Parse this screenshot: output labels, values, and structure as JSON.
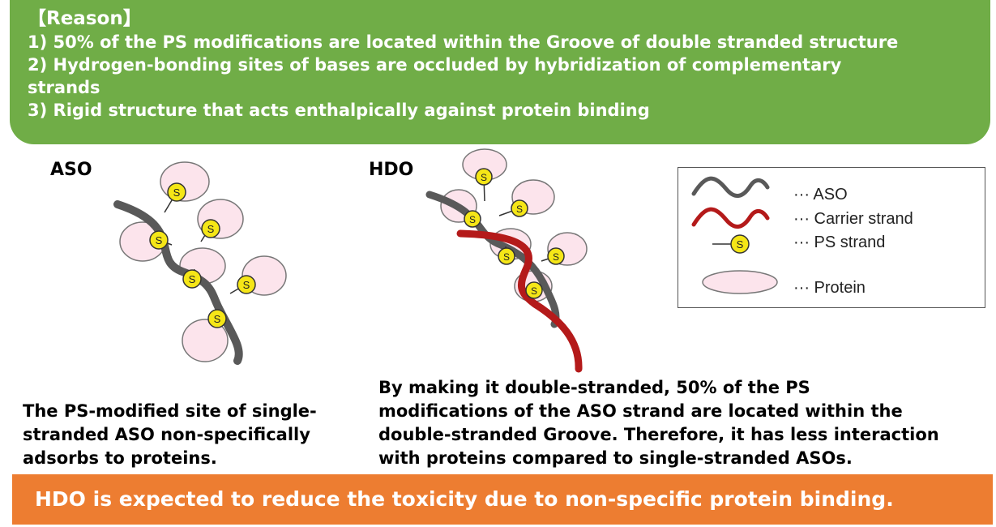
{
  "reason": {
    "title": "【Reason】",
    "lines": [
      "1) 50% of the PS modifications are located within the Groove of double stranded structure",
      "2) Hydrogen-bonding sites of bases are occluded by hybridization of complementary",
      "strands",
      "3) Rigid structure that acts enthalpically against protein binding"
    ]
  },
  "aso": {
    "label": "ASO",
    "description": [
      "The PS-modified site of single-",
      "stranded ASO non-specifically",
      "adsorbs to proteins."
    ]
  },
  "hdo": {
    "label": "HDO",
    "description": [
      "By making it double-stranded, 50% of the PS",
      "modifications of the ASO strand are located within the",
      "double-stranded Groove. Therefore, it has less interaction",
      "with proteins compared to single-stranded ASOs."
    ]
  },
  "ps_marker": "S",
  "legend": {
    "aso": "··· ASO",
    "carrier": "··· Carrier strand",
    "ps": "··· PS strand",
    "protein": "··· Protein"
  },
  "conclusion": "HDO is expected to reduce the toxicity due to non-specific protein binding.",
  "colors": {
    "green_box": "#70ad47",
    "orange_bar": "#ed7d31",
    "aso_strand": "#595959",
    "carrier_strand": "#b41a1a",
    "ps_yellow": "#f5e617",
    "protein_pink": "#fce4ec"
  }
}
